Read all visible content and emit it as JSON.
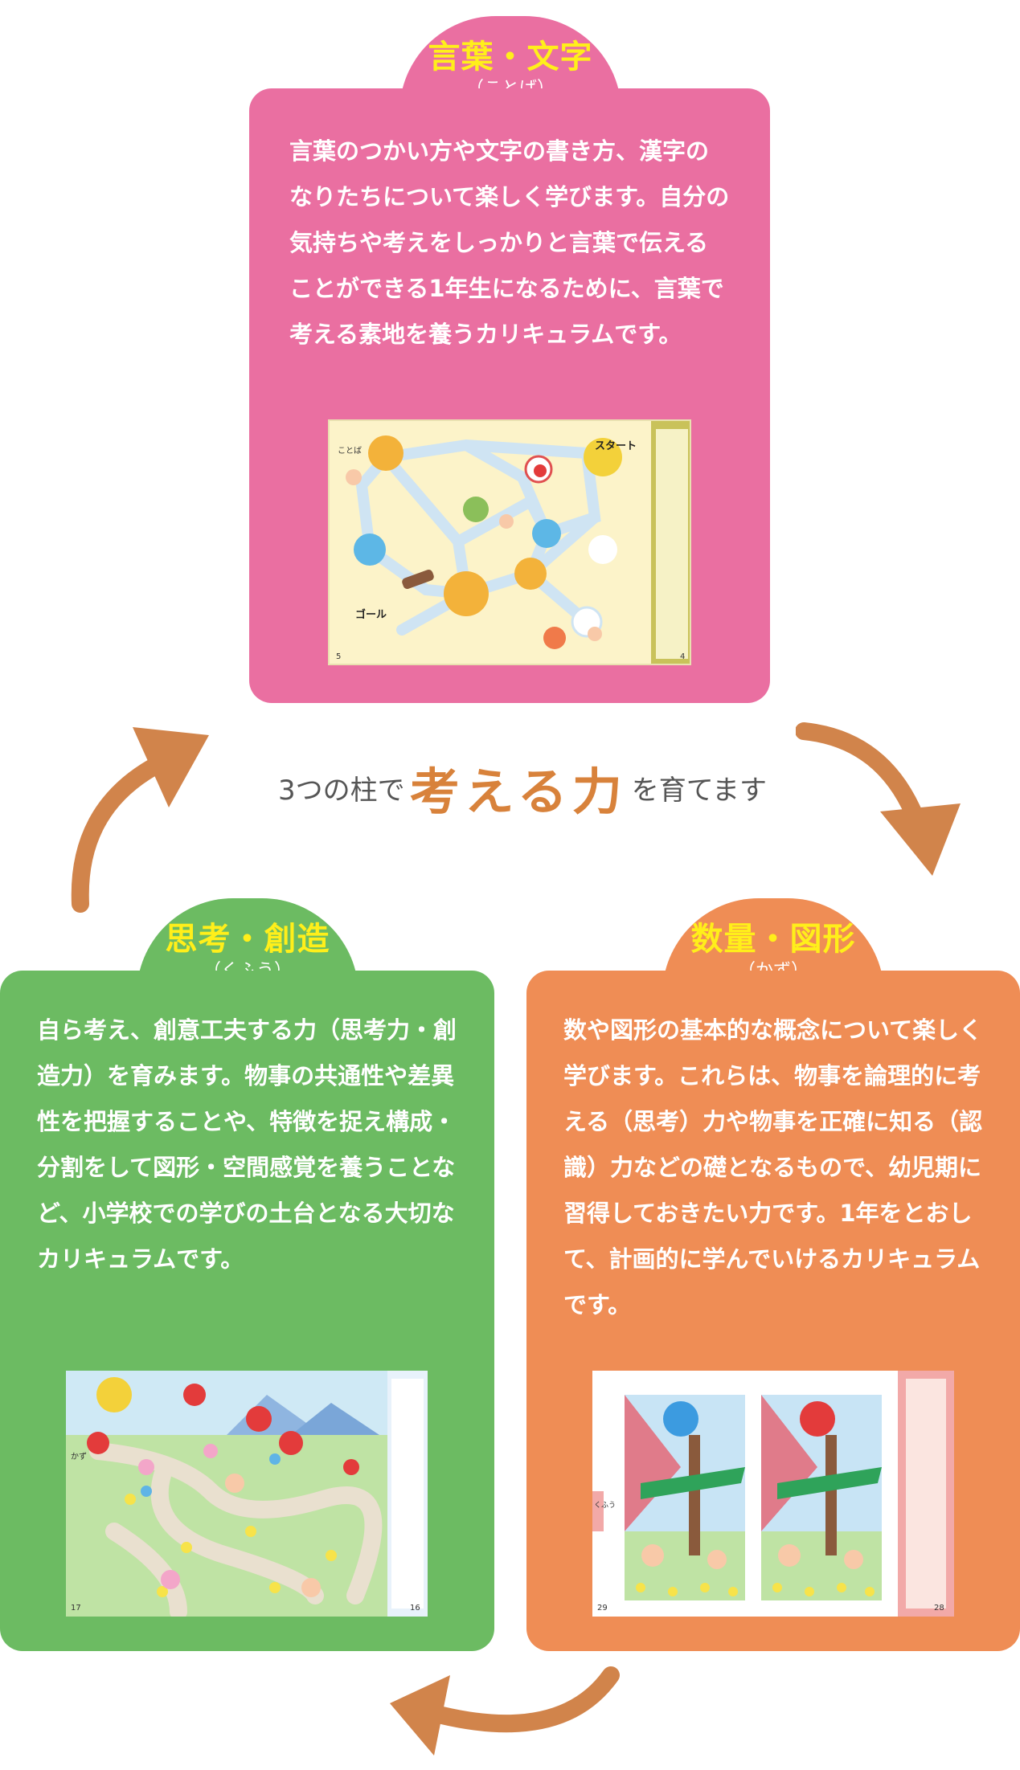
{
  "top_card": {
    "title": "言葉・文字",
    "reading": "（ことば）",
    "body": "言葉のつかい方や文字の書き方、漢字のなりたちについて楽しく学びます。自分の気持ちや考えをしっかりと言葉で伝えることができる1年生になるために、言葉で考える素地を養うカリキュラムです。",
    "color": "#ea6fa1",
    "thumbnail": {
      "side_label": "ことば",
      "start_label": "スタート",
      "goal_label": "ゴール",
      "page_left": "5",
      "page_right": "4"
    }
  },
  "center": {
    "before": "3つの柱で",
    "highlight": "考える力",
    "after": "を育てます"
  },
  "left_card": {
    "title": "思考・創造",
    "reading": "（くふう）",
    "body": "自ら考え、創意工夫する力（思考力・創造力）を育みます。物事の共通性や差異性を把握することや、特徴を捉え構成・分割をして図形・空間感覚を養うことなど、小学校での学びの土台となる大切なカリキュラムです。",
    "color": "#6cbb62",
    "thumbnail": {
      "side_label": "かず",
      "page_left": "17",
      "page_right": "16"
    }
  },
  "right_card": {
    "title": "数量・図形",
    "reading": "（かず）",
    "body": "数や図形の基本的な概念について楽しく学びます。これらは、物事を論理的に考える（思考）力や物事を正確に知る（認識）力などの礎となるもので、幼児期に習得しておきたい力です。1年をとおして、計画的に学んでいけるカリキュラムです。",
    "color": "#ef8d55",
    "thumbnail": {
      "side_label": "くふう",
      "page_left": "29",
      "page_right": "28"
    }
  },
  "arrow_color": "#d1844b"
}
